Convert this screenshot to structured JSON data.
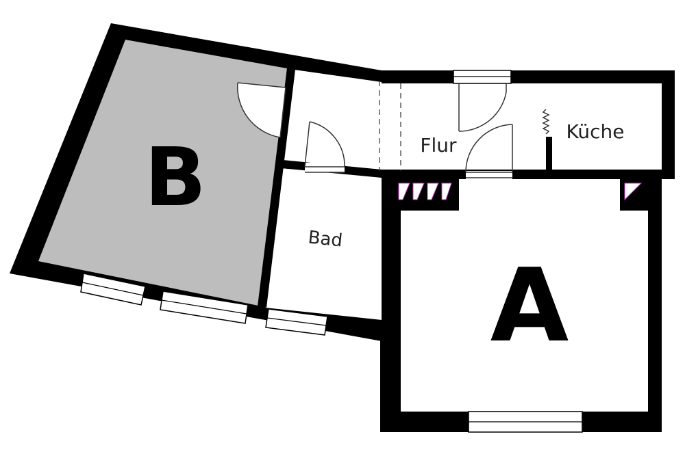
{
  "colors": {
    "wall": "#000000",
    "floor": "#ffffff",
    "highlight": "#bdbdbd",
    "line": "#333333",
    "accent": "#cc33cc"
  },
  "rooms": {
    "a": {
      "label": "A",
      "highlighted": false
    },
    "b": {
      "label": "B",
      "highlighted": true
    },
    "bad": {
      "label": "Bad"
    },
    "flur": {
      "label": "Flur"
    },
    "kueche": {
      "label": "Küche"
    }
  }
}
